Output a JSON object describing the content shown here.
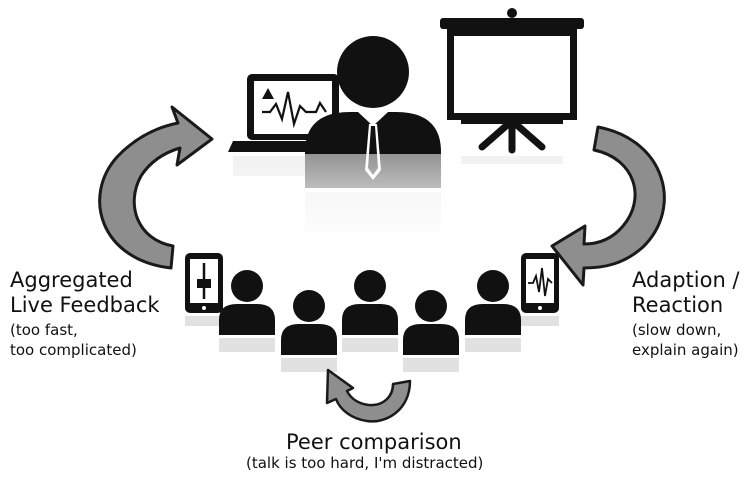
{
  "labels": {
    "left": {
      "title_line1": "Aggregated",
      "title_line2": "Live Feedback",
      "sub_line1": "(too fast,",
      "sub_line2": "too complicated)"
    },
    "right": {
      "title_line1": "Adaption /",
      "title_line2": "Reaction",
      "sub_line1": "(slow down,",
      "sub_line2": "explain again)"
    },
    "bottom": {
      "title": "Peer comparison",
      "sub": "(talk is too hard, I'm distracted)"
    }
  },
  "colors": {
    "icon": "#111111",
    "arrow_fill": "#8e8e8e",
    "arrow_stroke": "#1a1a1a",
    "screen": "#ffffff"
  }
}
